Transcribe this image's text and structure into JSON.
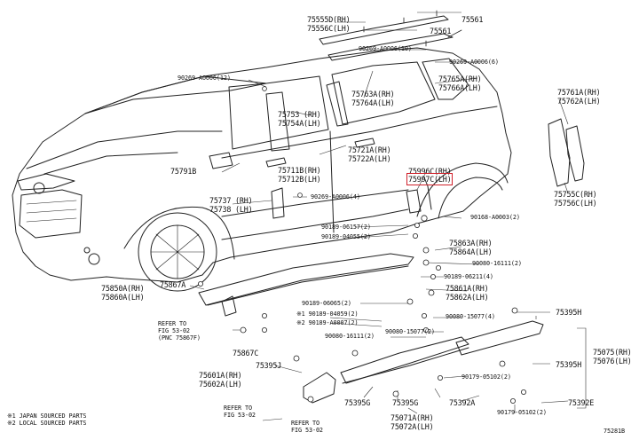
{
  "diagram": {
    "highlight_color": "#d0202a",
    "labels": {
      "p75555d": "75555D(RH)",
      "p75556c": "75556C(LH)",
      "p75561a": "75561",
      "p75561b": "75561",
      "p90269_10": "90269-A0006(10)",
      "p90269_6": "90269-A0006(6)",
      "p90269_12": "90269-A0006(12)",
      "p75765a": "75765A(RH)",
      "p75766a": "75766A(LH)",
      "p75763a": "75763A(RH)",
      "p75764a": "75764A(LH)",
      "p75761a": "75761A(RH)",
      "p75762a": "75762A(LH)",
      "p75753": "75753 (RH)",
      "p75754a": "75754A(LH)",
      "p75791b": "75791B",
      "p75721a": "75721A(RH)",
      "p75722a": "75722A(LH)",
      "p75711b": "75711B(RH)",
      "p75712b": "75712B(LH)",
      "p75996c": "75996C(RH)",
      "p75997c": "75997C(LH)",
      "p75755c": "75755C(RH)",
      "p75756c": "75756C(LH)",
      "p75737": "75737 (RH)",
      "p75738": "75738 (LH)",
      "p90269_4": "90269-A0006(4)",
      "p90168": "90168-A0003(2)",
      "p90189_06157": "90189-06157(2)",
      "p90189_04055": "90189-04055(2)",
      "p75863a": "75863A(RH)",
      "p75864a": "75864A(LH)",
      "p90080_16111": "90080-16111(2)",
      "p90189_06211": "90189-06211(4)",
      "p75850a": "75850A(RH)",
      "p75860a": "75860A(LH)",
      "p75867a": "75867A",
      "p75861a": "75861A(RH)",
      "p75862a": "75862A(LH)",
      "p90189_06065": "90189-06065(2)",
      "p90189_04059": "※1 90189-04059(2)",
      "p90189_a0007": "※2 90189-A0007(2)",
      "p90080_15077a": "90080-15077(4)",
      "p75395h_top": "75395H",
      "p90080_16111b": "90080-16111(2)",
      "p90080_15077b": "90080-15077(2)",
      "p75075": "75075(RH)",
      "p75076": "75076(LH)",
      "p75867c": "75867C",
      "p75395h_mid": "75395H",
      "p75395j": "75395J",
      "p75601a": "75601A(RH)",
      "p75602a": "75602A(LH)",
      "p90179_05102a": "90179-05102(2)",
      "p90179_05102b": "90179-05102(2)",
      "p75395g_a": "75395G",
      "p75395g_b": "75395G",
      "p75392a": "75392A",
      "p75392e": "75392E",
      "p75071a": "75071A(RH)",
      "p75072a": "75072A(LH)",
      "ref1_a": "REFER TO",
      "ref1_b": "FIG 53-02",
      "ref1_c": "(PNC 75867F)",
      "ref2_a": "REFER TO",
      "ref2_b": "FIG 53-02",
      "ref3_a": "REFER TO",
      "ref3_b": "FIG 53-02"
    },
    "notes": [
      "※1 JAPAN SOURCED PARTS",
      "※2 LOCAL SOURCED PARTS"
    ],
    "figure_number": "75281B"
  }
}
